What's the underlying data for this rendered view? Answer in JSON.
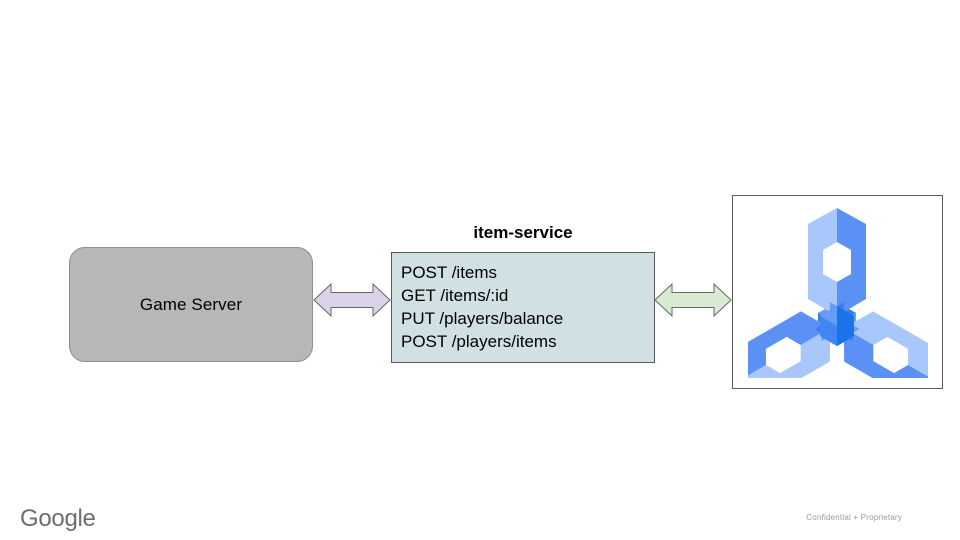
{
  "slide": {
    "background_color": "#ffffff",
    "nodes": {
      "game_server": {
        "label": "Game Server",
        "fill_color": "#b7b7b7",
        "border_color": "#8f8f8f"
      },
      "item_service": {
        "title": "item-service",
        "fill_color": "#d0e0e3",
        "border_color": "#595959",
        "endpoints": [
          "POST /items",
          "GET /items/:id",
          "PUT /players/balance",
          "POST /players/items"
        ]
      },
      "logo_panel": {
        "icon_name": "isometric-three-pronged-wrench-logo",
        "border_color": "#595959",
        "colors": {
          "light": "#a8c7fa",
          "light_alt": "#aecbfa",
          "medium": "#669df6",
          "medium_alt": "#5b91f5",
          "dark": "#3b7ded",
          "darkest": "#1a73e8"
        }
      }
    },
    "connectors": [
      {
        "name": "game-server-to-item-service",
        "style": "double-headed-arrow",
        "fill_color": "#d9d2e9",
        "border_color": "#666666"
      },
      {
        "name": "item-service-to-logo",
        "style": "double-headed-arrow",
        "fill_color": "#d9ead3",
        "border_color": "#666666"
      }
    ]
  },
  "footer": {
    "brand": "Google",
    "brand_color": "#6e6e6e",
    "confidential_note": "Confidential + Proprietary",
    "note_color": "#9a9a9a"
  }
}
